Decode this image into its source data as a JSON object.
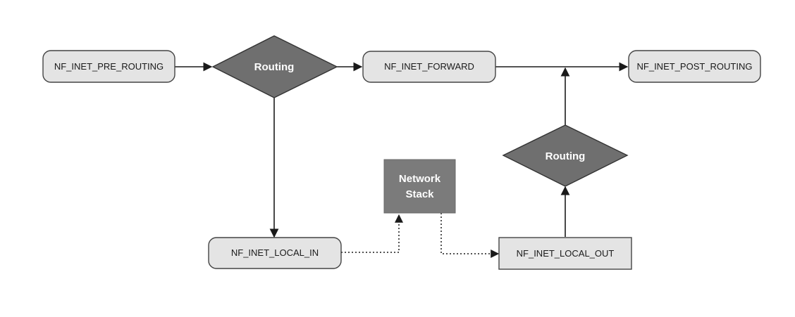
{
  "diagram": {
    "pre_routing": "NF_INET_PRE_ROUTING",
    "routing_top": "Routing",
    "forward": "NF_INET_FORWARD",
    "post_routing": "NF_INET_POST_ROUTING",
    "routing_right": "Routing",
    "network_stack_line1": "Network",
    "network_stack_line2": "Stack",
    "local_in": "NF_INET_LOCAL_IN",
    "local_out": "NF_INET_LOCAL_OUT"
  },
  "colors": {
    "box_fill": "#e4e4e4",
    "box_stroke": "#444444",
    "diamond_fill": "#6f6f6f",
    "stack_fill": "#7b7b7b",
    "line": "#1a1a1a"
  }
}
